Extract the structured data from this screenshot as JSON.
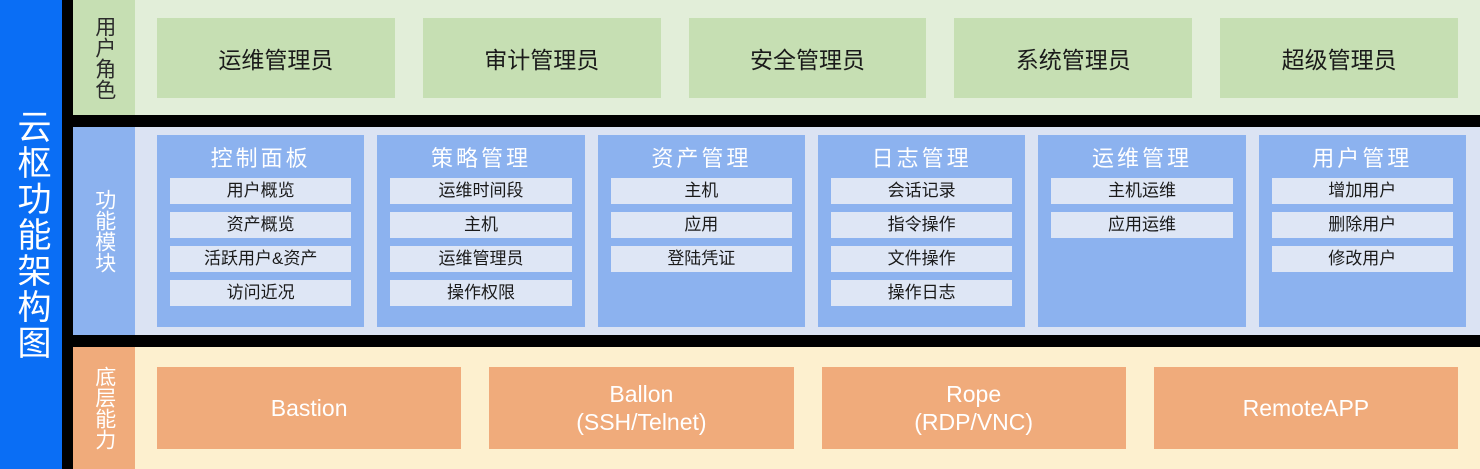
{
  "title": "云枢功能架构图",
  "bands": {
    "roles": {
      "label": "用户角色",
      "accent": "#c6dfb3",
      "background": "#e2eed9",
      "items": [
        {
          "label": "运维管理员"
        },
        {
          "label": "审计管理员"
        },
        {
          "label": "安全管理员"
        },
        {
          "label": "系统管理员"
        },
        {
          "label": "超级管理员"
        }
      ]
    },
    "modules": {
      "label": "功能模块",
      "accent": "#8cb2ef",
      "background": "#dbe3f3",
      "item_background": "#dee6f5",
      "items": [
        {
          "title": "控制面板",
          "items": [
            "用户概览",
            "资产概览",
            "活跃用户&资产",
            "访问近况"
          ]
        },
        {
          "title": "策略管理",
          "items": [
            "运维时间段",
            "主机",
            "运维管理员",
            "操作权限"
          ]
        },
        {
          "title": "资产管理",
          "items": [
            "主机",
            "应用",
            "登陆凭证"
          ]
        },
        {
          "title": "日志管理",
          "items": [
            "会话记录",
            "指令操作",
            "文件操作",
            "操作日志"
          ]
        },
        {
          "title": "运维管理",
          "items": [
            "主机运维",
            "应用运维"
          ]
        },
        {
          "title": "用户管理",
          "items": [
            "增加用户",
            "删除用户",
            "修改用户"
          ]
        }
      ]
    },
    "capabilities": {
      "label": "底层能力",
      "accent": "#f0ab7b",
      "background": "#fdf0cf",
      "items": [
        {
          "label": "Bastion"
        },
        {
          "label": "Ballon\n(SSH/Telnet)"
        },
        {
          "label": "Rope\n(RDP/VNC)"
        },
        {
          "label": "RemoteAPP"
        }
      ]
    }
  }
}
